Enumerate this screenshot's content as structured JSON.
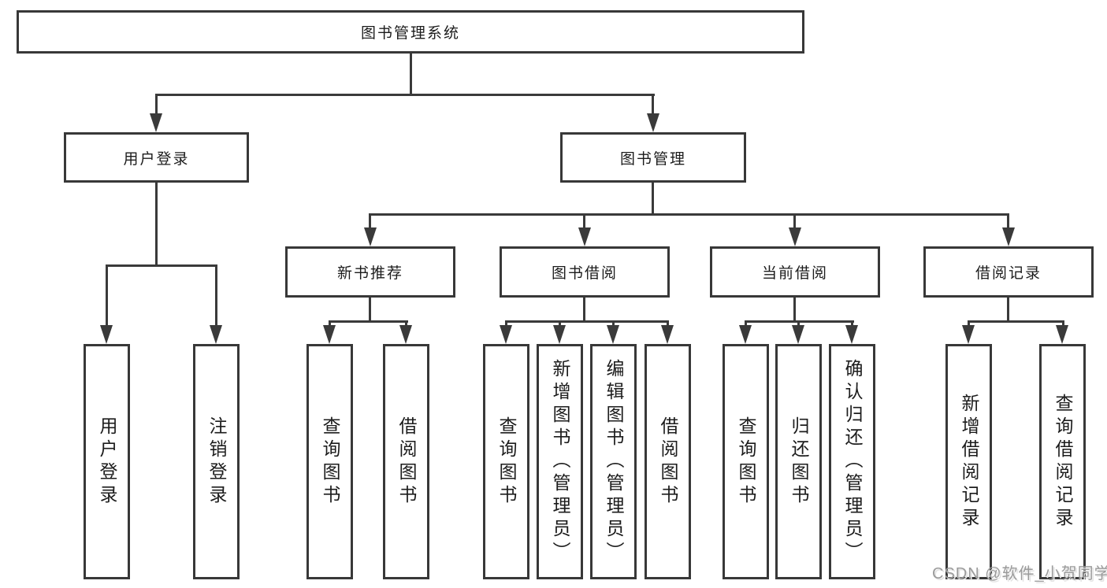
{
  "diagram_type": "hierarchy",
  "colors": {
    "line": "#3a3a3a",
    "box_border": "#383838",
    "text": "#1c1c1c",
    "background": "#ffffff",
    "watermark": "#9b9b9b"
  },
  "tree": {
    "label": "图书管理系统",
    "children": [
      {
        "label": "用户登录",
        "children": [
          {
            "label": "用户登录"
          },
          {
            "label": "注销登录"
          }
        ]
      },
      {
        "label": "图书管理",
        "children": [
          {
            "label": "新书推荐",
            "children": [
              {
                "label": "查询图书"
              },
              {
                "label": "借阅图书"
              }
            ]
          },
          {
            "label": "图书借阅",
            "children": [
              {
                "label": "查询图书"
              },
              {
                "label": "新增图书（管理员）"
              },
              {
                "label": "编辑图书（管理员）"
              },
              {
                "label": "借阅图书"
              }
            ]
          },
          {
            "label": "当前借阅",
            "children": [
              {
                "label": "查询图书"
              },
              {
                "label": "归还图书"
              },
              {
                "label": "确认归还（管理员）"
              }
            ]
          },
          {
            "label": "借阅记录",
            "children": [
              {
                "label": "新增借阅记录"
              },
              {
                "label": "查询借阅记录"
              }
            ]
          }
        ]
      }
    ]
  },
  "watermark": {
    "text": "CSDN @软件_小贺同学"
  }
}
